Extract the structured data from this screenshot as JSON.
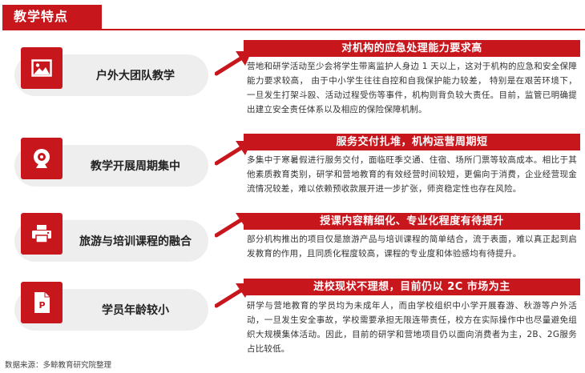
{
  "header": {
    "title": "教学特点"
  },
  "items": [
    {
      "label": "户外大团队教学",
      "icon": "image-icon",
      "heading": "对机构的应急处理能力要求高",
      "body": "营地和研学活动至少会将学生带离监护人身边 1 天以上，这对于机构的应急和安全保障能力要求较高， 由于中小学生往往自控和自我保护能力较差， 特别是在艰苦环境下，一旦发生打架斗殴、活动过程受伤等事件，机构则背负较大责任。目前，监管已明确提出建立安全责任体系以及相应的保险保障机制。"
    },
    {
      "label": "教学开展周期集中",
      "icon": "webcam-icon",
      "heading": "服务交付扎堆，机构运营周期短",
      "body": "多集中于寒暑假进行服务交付，面临旺季交通、住宿、场所门票等较高成本。相比于其他素质教育类别，研学和营地教育的有效经营时间较短，更偏向于消费，企业经营现金流情况较差，难以依赖预收款展开进一步扩张，师资稳定性也存在风险。"
    },
    {
      "label": "旅游与培训课程的融合",
      "icon": "printer-icon",
      "heading": "授课内容精细化、专业化程度有待提升",
      "body": "部分机构推出的项目仅是旅游产品与培训课程的简单结合，流于表面，难以真正起到启发教育的作用，且同质化程度较高，课程的专业度和体验感均有待提升。"
    },
    {
      "label": "学员年龄较小",
      "icon": "ppt-file-icon",
      "heading": "进校现状不理想，目前仍以 2C 市场为主",
      "body": "研学与营地教育的学员均为未成年人，而由学校组织中小学开展春游、秋游等户外活动，一旦发生安全事故，学校需要承担无限连带责任，校方在实际操作中也尽量避免组织大规模集体活动。因此，目前的研学和营地项目仍以面向消费者为主，2B、2G服务占比较低。"
    }
  ],
  "footer": {
    "source": "数据来源：多鲸教育研究院整理"
  },
  "colors": {
    "accent": "#c8161d",
    "pill": "#eeeeee"
  }
}
